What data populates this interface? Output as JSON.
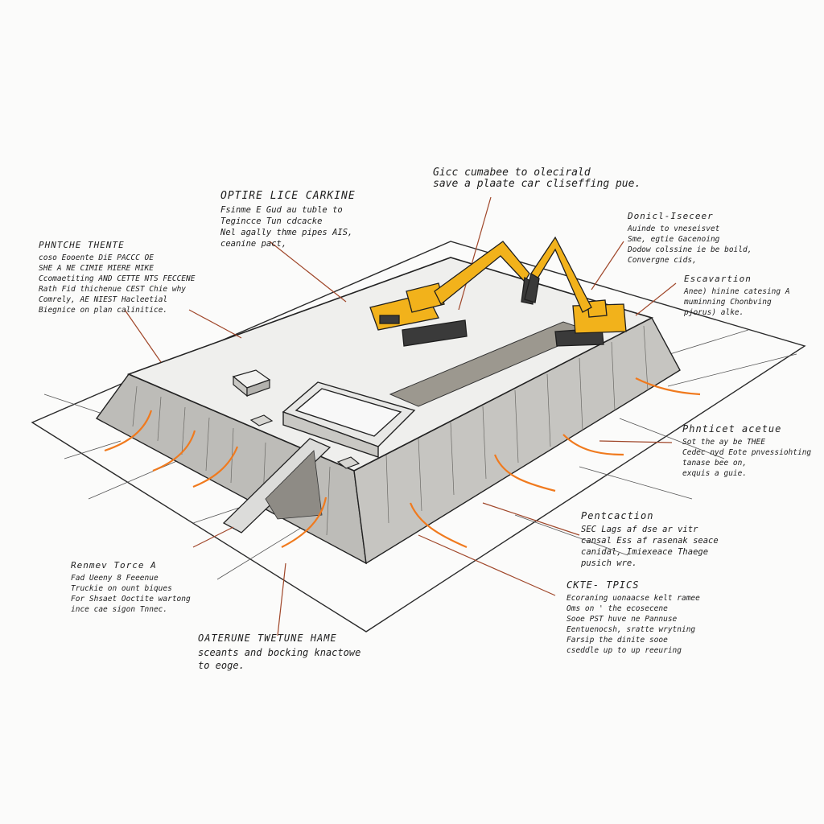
{
  "colors": {
    "paper": "#fbfbfa",
    "ink": "#1e1e1e",
    "slab_top": "#efefed",
    "slab_side": "#bdbcb8",
    "trench_fill": "#9c988f",
    "leader_line": "#a0472a",
    "accent_orange": "#f07a1e",
    "excavator_yellow": "#f2b21b"
  },
  "icons": {
    "excavator_left": "excavator-icon",
    "excavator_right": "excavator-icon",
    "concrete_block": "block-icon",
    "ramp": "ramp-icon",
    "formwork_box": "formwork-icon"
  },
  "annotations": [
    {
      "id": "top-center",
      "title": "",
      "lines": [
        "Gicc cumabee to olecirald",
        "save a plaate car cliseffing pue."
      ]
    },
    {
      "id": "upper-left-center",
      "title": "OPTIRE LICE CARKINE",
      "lines": [
        "Fsinme E Gud au tuble to",
        "Tegincce Tun cdcacke",
        "Nel agally thme pipes AIS,",
        "ceanine pact,"
      ]
    },
    {
      "id": "upper-left",
      "title": "PHNTCHE THENTE",
      "lines": [
        "coso Eooente DiE PACCC OE",
        "SHE A NE CIMIE MIERE MIKE",
        "Ccomaetiting AND CETTE NTS FECCENE",
        "Rath Fid thichenue CEST Chie why",
        "Comrely, AE NIEST Hacleetial",
        "Biegnice on plan calinitice."
      ]
    },
    {
      "id": "upper-right",
      "title": "Donicl-Iseceer",
      "lines": [
        "Auinde to vneseisvet",
        "Sme, egtie Gacenoing",
        "Dodow colssine ie be boild,",
        "Convergne cids,"
      ]
    },
    {
      "id": "right-top",
      "title": "Escavartion",
      "lines": [
        "Anee) hinine catesing A",
        "muminning Chonbving",
        "pjorus) alke."
      ]
    },
    {
      "id": "right-middle",
      "title": "Phnticet acetue",
      "lines": [
        "Sot the ay be THEE",
        "Cedec nyd Eote pnvessiohting",
        "tanase bee on,",
        "exquis a guie."
      ]
    },
    {
      "id": "right-lower",
      "title": "Pentcaction",
      "lines": [
        "SEC Lags af dse ar vitr",
        "cansal Ess af rasenak seace",
        "canidal, Imiexeace Thaege",
        "pusich wre."
      ]
    },
    {
      "id": "bottom-right",
      "title": "CKTE- TPICS",
      "lines": [
        "Ecoraning uonaacse kelt ramee",
        "Oms on ' the ecosecene",
        "Sooe PST huve ne Pannuse",
        "Eentuenocsh, sratte wrytning",
        "Farsip the dinite sooe",
        "cseddle up to up reeuring"
      ]
    },
    {
      "id": "bottom-left",
      "title": "Renmev Torce A",
      "lines": [
        "Fad Ueeny 8 Feeenue",
        "Truckie on ount biques",
        "For Shsaet Ooctite wartong",
        "ince cae sigon Tnnec."
      ]
    },
    {
      "id": "bottom-center",
      "title": "OATERUNE TWETUNE HAME",
      "lines": [
        "sceants and bocking knactowe",
        "to eoge."
      ]
    }
  ]
}
